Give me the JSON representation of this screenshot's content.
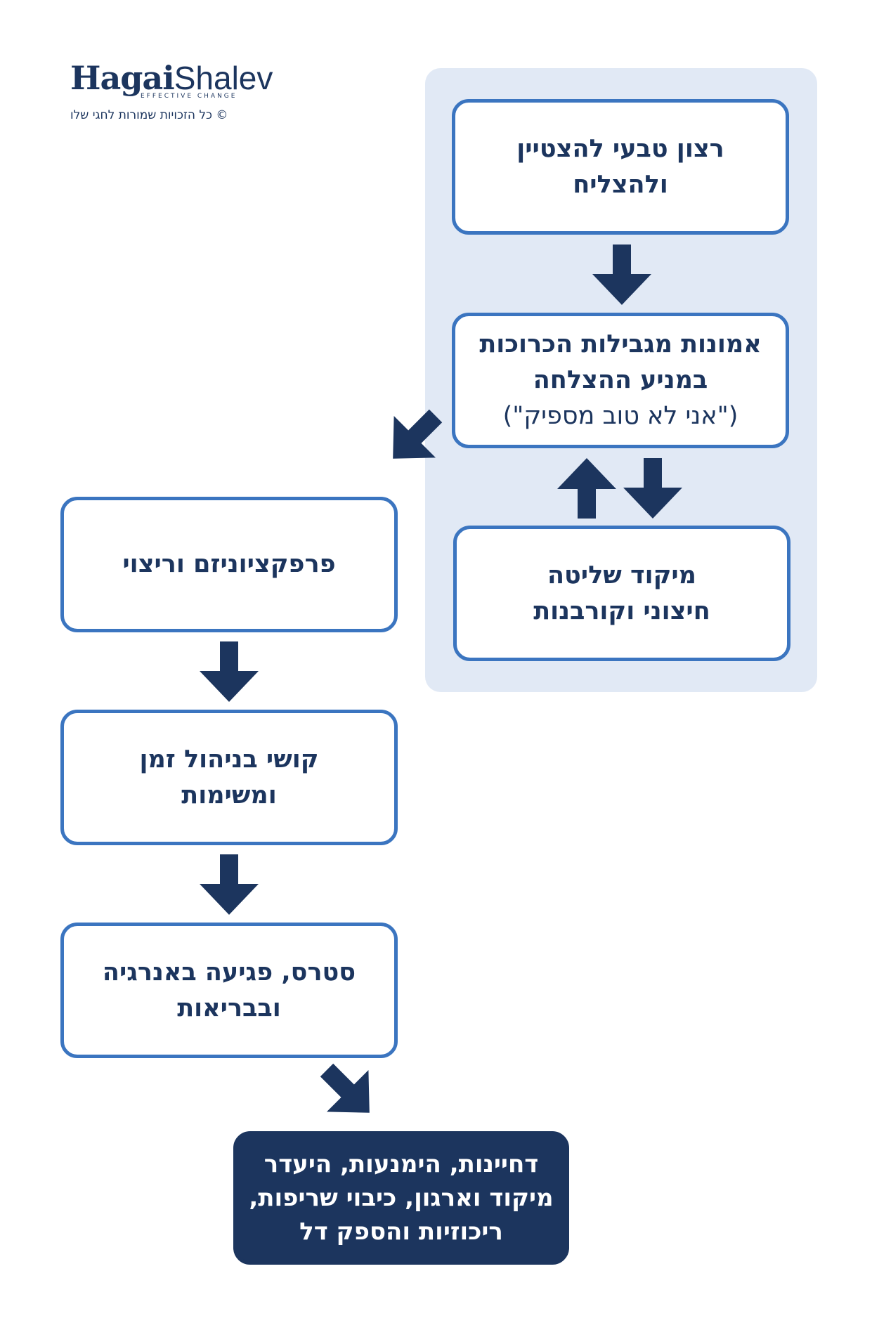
{
  "brand": {
    "logo_part1": "Hagai",
    "logo_part2": "Shalev",
    "tagline": "EFFECTIVE CHANGE",
    "copyright": "© כל הזכויות שמורות לחגי שלו"
  },
  "boxes": {
    "natural_desire": {
      "lines": [
        "רצון טבעי להצטיין ולהצליח"
      ]
    },
    "limiting_beliefs": {
      "lines": [
        "אמונות מגבילות הכרוכות",
        "במניע ההצלחה"
      ],
      "quote": "(\"אני לא טוב מספיק\")"
    },
    "locus_of_control": {
      "lines": [
        "מיקוד שליטה",
        "חיצוני וקורבנות"
      ]
    },
    "perfectionism": {
      "lines": [
        "פרפקציוניזם וריצוי"
      ]
    },
    "time_management": {
      "lines": [
        "קושי בניהול זמן",
        "ומשימות"
      ]
    },
    "stress": {
      "lines": [
        "סטרס, פגיעה באנרגיה",
        "ובבריאות"
      ]
    },
    "outcomes": {
      "lines": [
        "דחיינות, הימנעות, היעדר",
        "מיקוד וארגון, כיבוי שריפות,",
        "ריכוזיות והספק דל"
      ]
    }
  },
  "colors": {
    "navy": "#1c355e",
    "blue_border": "#3b75c0",
    "panel_bg": "#e1e9f5"
  }
}
